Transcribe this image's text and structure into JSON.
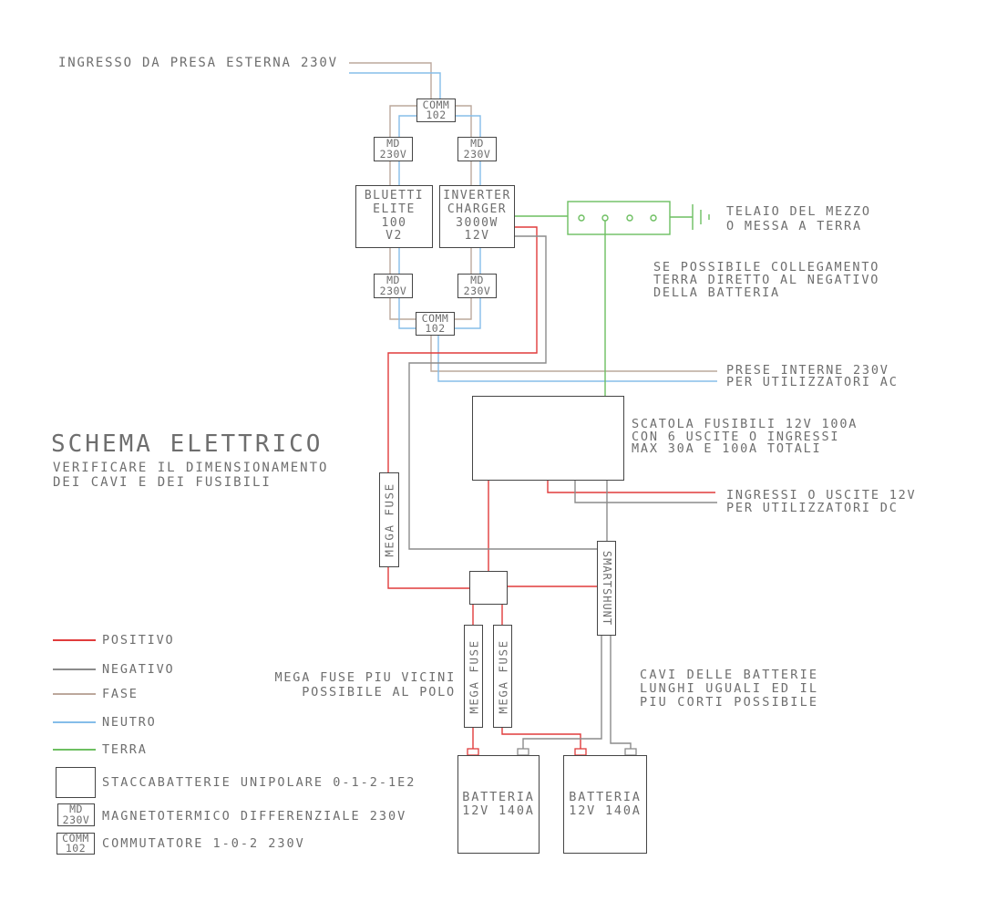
{
  "colors": {
    "positivo": "#e03c3c",
    "negativo": "#8b8b8b",
    "fase": "#bca89c",
    "neutro": "#85bde9",
    "terra": "#6dbf61",
    "outline": "#454545",
    "text": "#6e6e6e"
  },
  "header": {
    "ingresso": "INGRESSO DA PRESA ESTERNA 230V"
  },
  "title": {
    "main": "SCHEMA ELETTRICO",
    "sub_line1": "VERIFICARE IL DIMENSIONAMENTO",
    "sub_line2": "DEI CAVI E DEI FUSIBILI"
  },
  "components": {
    "comm": {
      "line1": "COMM",
      "line2": "102"
    },
    "md": {
      "line1": "MD",
      "line2": "230V"
    },
    "bluetti": {
      "line1": "BLUETTI",
      "line2": "ELITE",
      "line3": "100",
      "line4": "V2"
    },
    "inverter": {
      "line1": "INVERTER",
      "line2": "CHARGER",
      "line3": "3000W",
      "line4": "12V"
    },
    "mega_fuse": "MEGA FUSE",
    "smartshunt": "SMARTSHUNT",
    "battery": {
      "line1": "BATTERIA",
      "line2": "12V 140A"
    }
  },
  "notes": {
    "telaio_line1": "TELAIO DEL MEZZO",
    "telaio_line2": "O MESSA A TERRA",
    "terra_line1": "SE POSSIBILE COLLEGAMENTO",
    "terra_line2": "TERRA DIRETTO AL NEGATIVO",
    "terra_line3": "DELLA BATTERIA",
    "prese_line1": "PRESE INTERNE 230V",
    "prese_line2": "PER UTILIZZATORI AC",
    "scatola_line1": "SCATOLA FUSIBILI 12V 100A",
    "scatola_line2": "CON 6 USCITE O INGRESSI",
    "scatola_line3": "MAX 30A E 100A TOTALI",
    "uscite_line1": "INGRESSI O USCITE 12V",
    "uscite_line2": "PER UTILIZZATORI DC",
    "megafuse_line1": "MEGA FUSE PIU VICINI",
    "megafuse_line2": "POSSIBILE AL POLO",
    "cavi_line1": "CAVI DELLE BATTERIE",
    "cavi_line2": "LUNGHI UGUALI ED IL",
    "cavi_line3": "PIU CORTI POSSIBILE"
  },
  "legend": {
    "positivo": "POSITIVO",
    "negativo": "NEGATIVO",
    "fase": "FASE",
    "neutro": "NEUTRO",
    "terra": "TERRA",
    "staccabatterie": "STACCABATTERIE UNIPOLARE 0-1-2-1E2",
    "magnetotermico": "MAGNETOTERMICO DIFFERENZIALE 230V",
    "commutatore": "COMMUTATORE 1-0-2 230V"
  }
}
